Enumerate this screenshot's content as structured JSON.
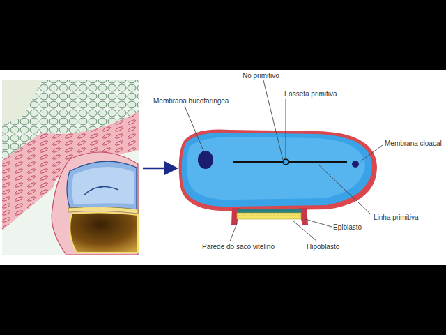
{
  "diagram": {
    "labels": [
      "Nó primitivo",
      "Fosseta primitiva",
      "Membrana bucofaringea",
      "Membrana cloacal",
      "Linha primitiva",
      "Epiblasto",
      "Parede do saco vitelino",
      "Hipoblasto"
    ]
  }
}
